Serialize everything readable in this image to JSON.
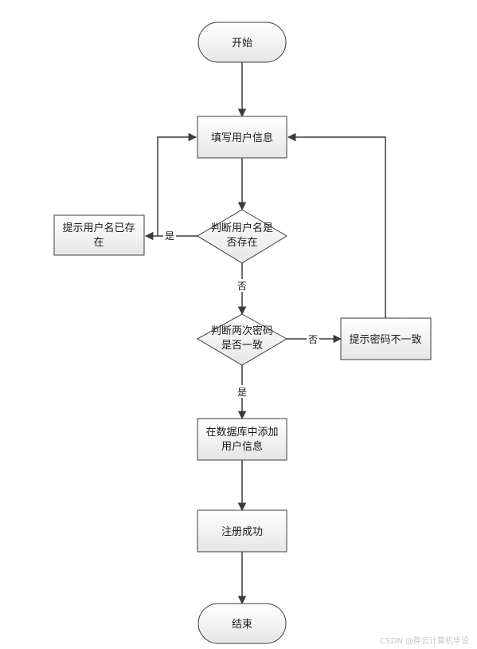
{
  "nodes": {
    "start": {
      "label": "开始",
      "shape": "terminal"
    },
    "fill_info": {
      "label": "填写用户信息",
      "shape": "process"
    },
    "check_username": {
      "label_line1": "判断用户名是",
      "label_line2": "否存在",
      "shape": "decision"
    },
    "username_exists_msg": {
      "label_line1": "提示用户名已存",
      "label_line2": "在",
      "shape": "process"
    },
    "check_passwords": {
      "label_line1": "判断两次密码",
      "label_line2": "是否一致",
      "shape": "decision"
    },
    "password_mismatch_msg": {
      "label": "提示密码不一致",
      "shape": "process"
    },
    "add_to_db": {
      "label_line1": "在数据库中添加",
      "label_line2": "用户信息",
      "shape": "process"
    },
    "register_success": {
      "label": "注册成功",
      "shape": "process"
    },
    "end": {
      "label": "结束",
      "shape": "terminal"
    }
  },
  "edges": {
    "username_yes": "是",
    "username_no": "否",
    "password_no": "否",
    "password_yes": "是"
  },
  "watermark": "CSDN @胖云计算机毕设",
  "colors": {
    "node_fill_top": "#ffffff",
    "node_fill_bottom": "#e8e8e8",
    "stroke": "#3c3c3c"
  }
}
